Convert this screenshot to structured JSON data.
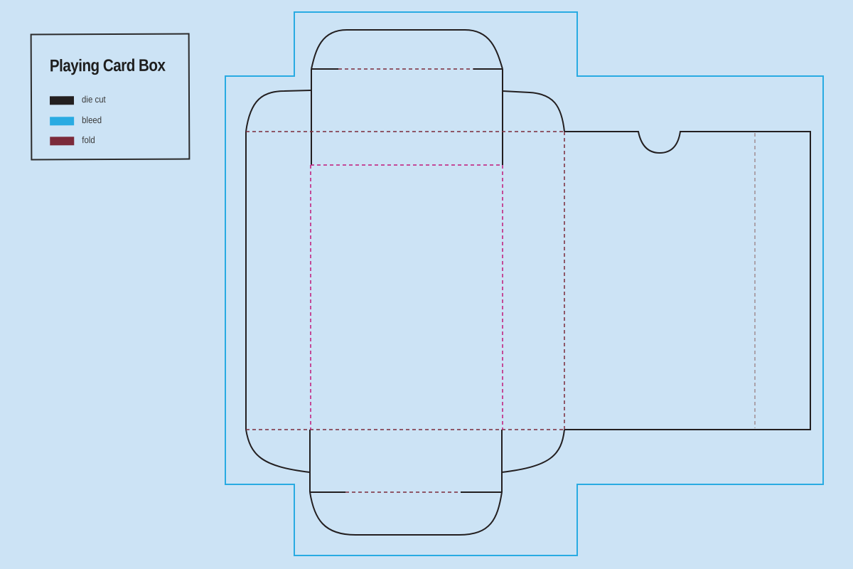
{
  "legend": {
    "title": "Playing Card Box",
    "items": [
      {
        "key": "die_cut",
        "label": "die cut",
        "color": "#231f20"
      },
      {
        "key": "bleed",
        "label": "bleed",
        "color": "#29abe2"
      },
      {
        "key": "fold",
        "label": "fold",
        "color": "#7b2a3a"
      }
    ]
  },
  "colors": {
    "background": "#cce3f5",
    "die_cut": "#231f20",
    "bleed": "#29abe2",
    "fold": "#7b2a3a",
    "inner_fold": "#c2187a",
    "tab_fold": "#a08c92"
  }
}
